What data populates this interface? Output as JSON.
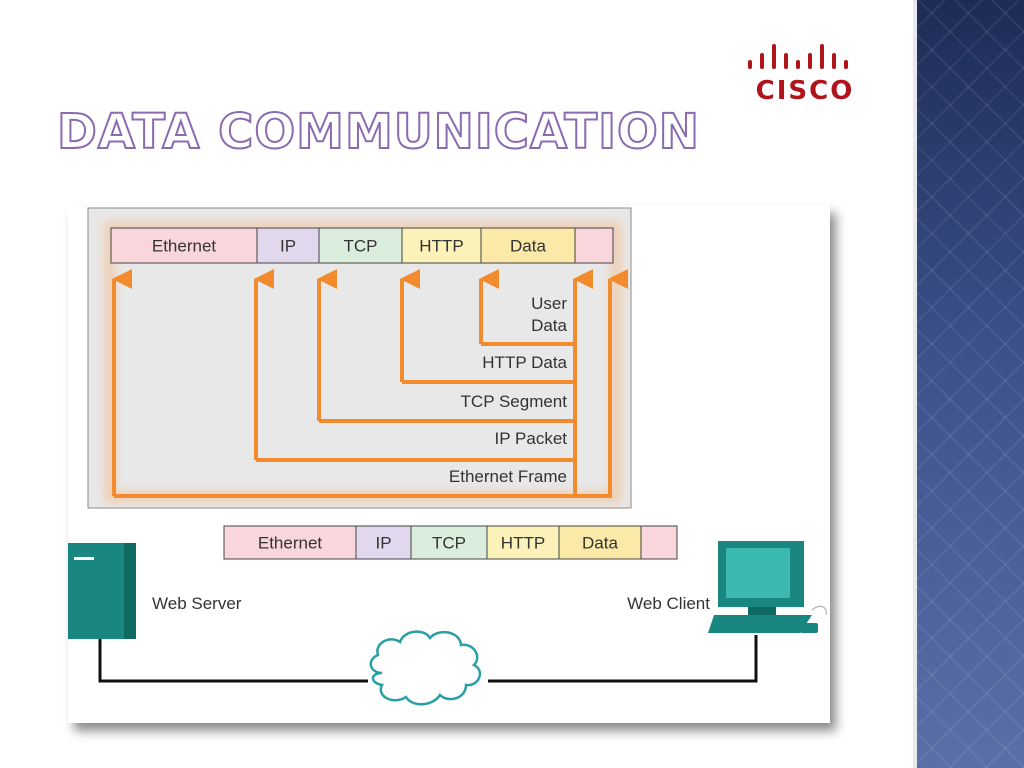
{
  "slide": {
    "title": "Data Communication",
    "logo_text": "CISCO"
  },
  "diagram": {
    "top_frame": [
      {
        "label": "Ethernet",
        "color": "#f9d6dc"
      },
      {
        "label": "IP",
        "color": "#e2d8ee"
      },
      {
        "label": "TCP",
        "color": "#dbeedd"
      },
      {
        "label": "HTTP",
        "color": "#fbf2b9"
      },
      {
        "label": "Data",
        "color": "#fbe9a8"
      },
      {
        "label": "",
        "color": "#f9d6dc"
      }
    ],
    "encapsulation_labels": {
      "user_data_line1": "User",
      "user_data_line2": "Data",
      "http_data": "HTTP Data",
      "tcp_segment": "TCP Segment",
      "ip_packet": "IP Packet",
      "ethernet_frame": "Ethernet Frame"
    },
    "bottom_frame": [
      {
        "label": "Ethernet",
        "color": "#f9d6dc"
      },
      {
        "label": "IP",
        "color": "#e2d8ee"
      },
      {
        "label": "TCP",
        "color": "#dbeedd"
      },
      {
        "label": "HTTP",
        "color": "#fbf2b9"
      },
      {
        "label": "Data",
        "color": "#fbe9a8"
      },
      {
        "label": "",
        "color": "#f9d6dc"
      }
    ],
    "web_server_label": "Web Server",
    "web_client_label": "Web Client",
    "colors": {
      "arrow": "#f28a2e",
      "device": "#19877f",
      "panel": "#e8e8e8"
    }
  }
}
